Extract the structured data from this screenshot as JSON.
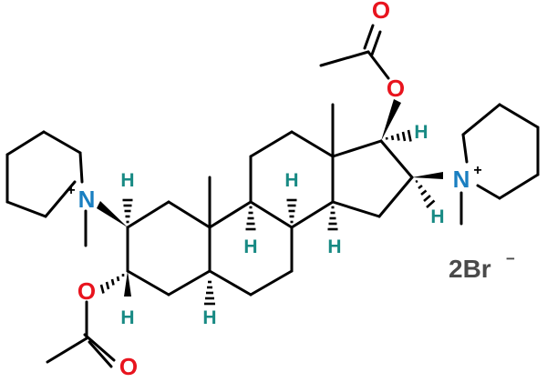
{
  "molecule": {
    "oxygen_symbol": "O",
    "nitrogen_symbol": "N",
    "hydrogen_symbol": "H",
    "positive_charge": "+",
    "counterion": {
      "text": "2Br",
      "superscript": "−"
    }
  },
  "colors": {
    "bond": "#000000",
    "oxygen": "#e8141e",
    "nitrogen": "#1a7fc1",
    "hydrogen": "#188a84",
    "counterion": "#4a4a4a"
  }
}
